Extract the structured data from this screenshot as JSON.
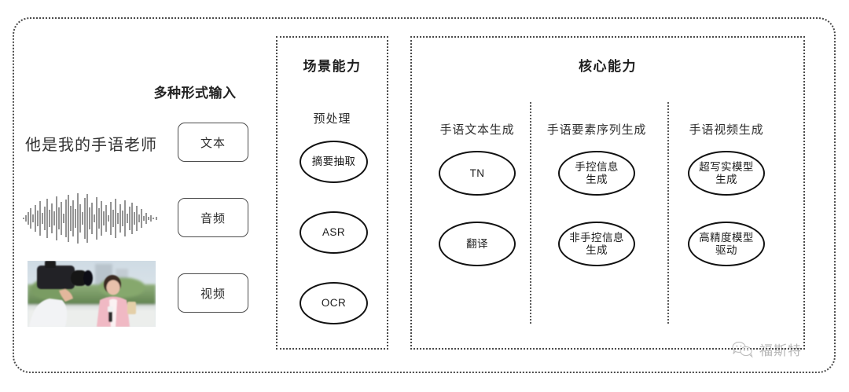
{
  "inputs": {
    "heading": "多种形式输入",
    "modalities": [
      {
        "sample_text": "他是我的手语老师",
        "sample_kind": "text",
        "type_label": "文本"
      },
      {
        "sample_text": "",
        "sample_kind": "waveform",
        "type_label": "音频"
      },
      {
        "sample_text": "",
        "sample_kind": "video",
        "type_label": "视频"
      }
    ]
  },
  "scene_panel": {
    "title": "场景能力",
    "group_label": "预处理",
    "nodes": [
      "摘要抽取",
      "ASR",
      "OCR"
    ]
  },
  "core_panel": {
    "title": "核心能力",
    "columns": [
      {
        "label": "手语文本生成",
        "nodes": [
          "TN",
          "翻译"
        ]
      },
      {
        "label": "手语要素序列生成",
        "nodes": [
          "手控信息\n生成",
          "非手控信息\n生成"
        ]
      },
      {
        "label": "手语视频生成",
        "nodes": [
          "超写实模型\n生成",
          "高精度模型\n驱动"
        ]
      }
    ]
  },
  "watermark": {
    "text": "福斯特",
    "icon": "wechat-bubble-icon"
  },
  "colors": {
    "background": "#ffffff",
    "border": "#4a4a4a",
    "node_border": "#111111",
    "text": "#2b2b2b"
  }
}
